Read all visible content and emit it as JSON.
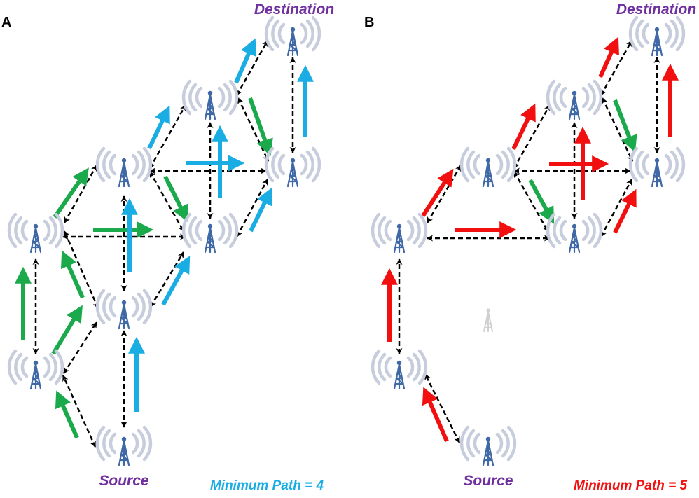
{
  "colors": {
    "label": "#7030A0",
    "blue": "#1AADE4",
    "green": "#1BAA4B",
    "red": "#F20F0F",
    "tower": "#3F68A6",
    "wave": "#C7CDDC",
    "inactive_tower": "#D0D0D0",
    "link": "#000000"
  },
  "icons": {
    "node": "radio-tower-icon"
  },
  "panels": [
    {
      "letter": "A",
      "source_label": "Source",
      "destination_label": "Destination",
      "path_label": "Minimum Path = 4",
      "path_color": "blue"
    },
    {
      "letter": "B",
      "source_label": "Source",
      "destination_label": "Destination",
      "path_label": "Minimum Path = 5",
      "path_color": "red"
    }
  ]
}
